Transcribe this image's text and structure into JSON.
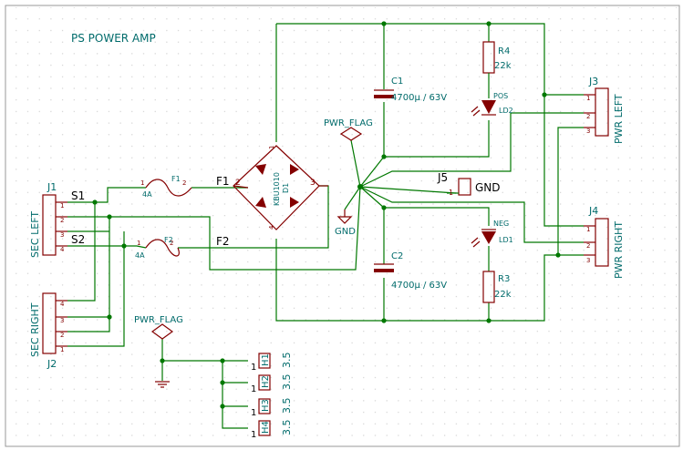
{
  "title": "PS POWER AMP",
  "grid_visible": true,
  "colors": {
    "wire": "#007800",
    "component": "#840000",
    "reference_text": "#006b6b",
    "label_text": "#000000",
    "border": "#2f6aa8",
    "grid": "#bdbdbd"
  },
  "net_labels": {
    "s1": "S1",
    "s2": "S2",
    "f1": "F1",
    "f2": "F2"
  },
  "power_flags": {
    "top": {
      "label": "PWR_FLAG"
    },
    "bottom": {
      "label": "PWR_FLAG"
    }
  },
  "gnd_label": "GND",
  "bridge": {
    "ref": "D1",
    "value": "KBU1010",
    "pin1": "1",
    "pin2": "2",
    "pin3": "3",
    "pin4": "4"
  },
  "fuses": {
    "f1": {
      "ref": "F1",
      "rating": "4A",
      "pin1": "1",
      "pin2": "2"
    },
    "f2": {
      "ref": "F2",
      "rating": "4A",
      "pin1": "1",
      "pin2": "2"
    }
  },
  "capacitors": {
    "c1": {
      "ref": "C1",
      "value": "4700µ / 63V"
    },
    "c2": {
      "ref": "C2",
      "value": "4700µ / 63V"
    }
  },
  "resistors": {
    "r4": {
      "ref": "R4",
      "value": "22k"
    },
    "r3": {
      "ref": "R3",
      "value": "22k"
    }
  },
  "leds": {
    "pos": {
      "ref": "LD2",
      "value": "POS"
    },
    "neg": {
      "ref": "LD1",
      "value": "NEG"
    }
  },
  "connectors": {
    "j1": {
      "ref": "J1",
      "value": "SEC LEFT",
      "pins": [
        "1",
        "2",
        "3",
        "4"
      ]
    },
    "j2": {
      "ref": "J2",
      "value": "SEC RIGHT",
      "pins": [
        "4",
        "3",
        "2",
        "1"
      ]
    },
    "j3": {
      "ref": "J3",
      "value": "PWR LEFT",
      "pins": [
        "1",
        "2",
        "3"
      ]
    },
    "j4": {
      "ref": "J4",
      "value": "PWR RIGHT",
      "pins": [
        "1",
        "2",
        "3"
      ]
    },
    "j5": {
      "ref": "J5",
      "label": "GND",
      "pin": "1"
    }
  },
  "mounting_holes": [
    {
      "ref": "H1",
      "value": "3.5",
      "pin": "1"
    },
    {
      "ref": "H2",
      "value": "3.5",
      "pin": "1"
    },
    {
      "ref": "H3",
      "value": "3.5",
      "pin": "1"
    },
    {
      "ref": "H4",
      "value": "3.5",
      "pin": "1"
    }
  ]
}
